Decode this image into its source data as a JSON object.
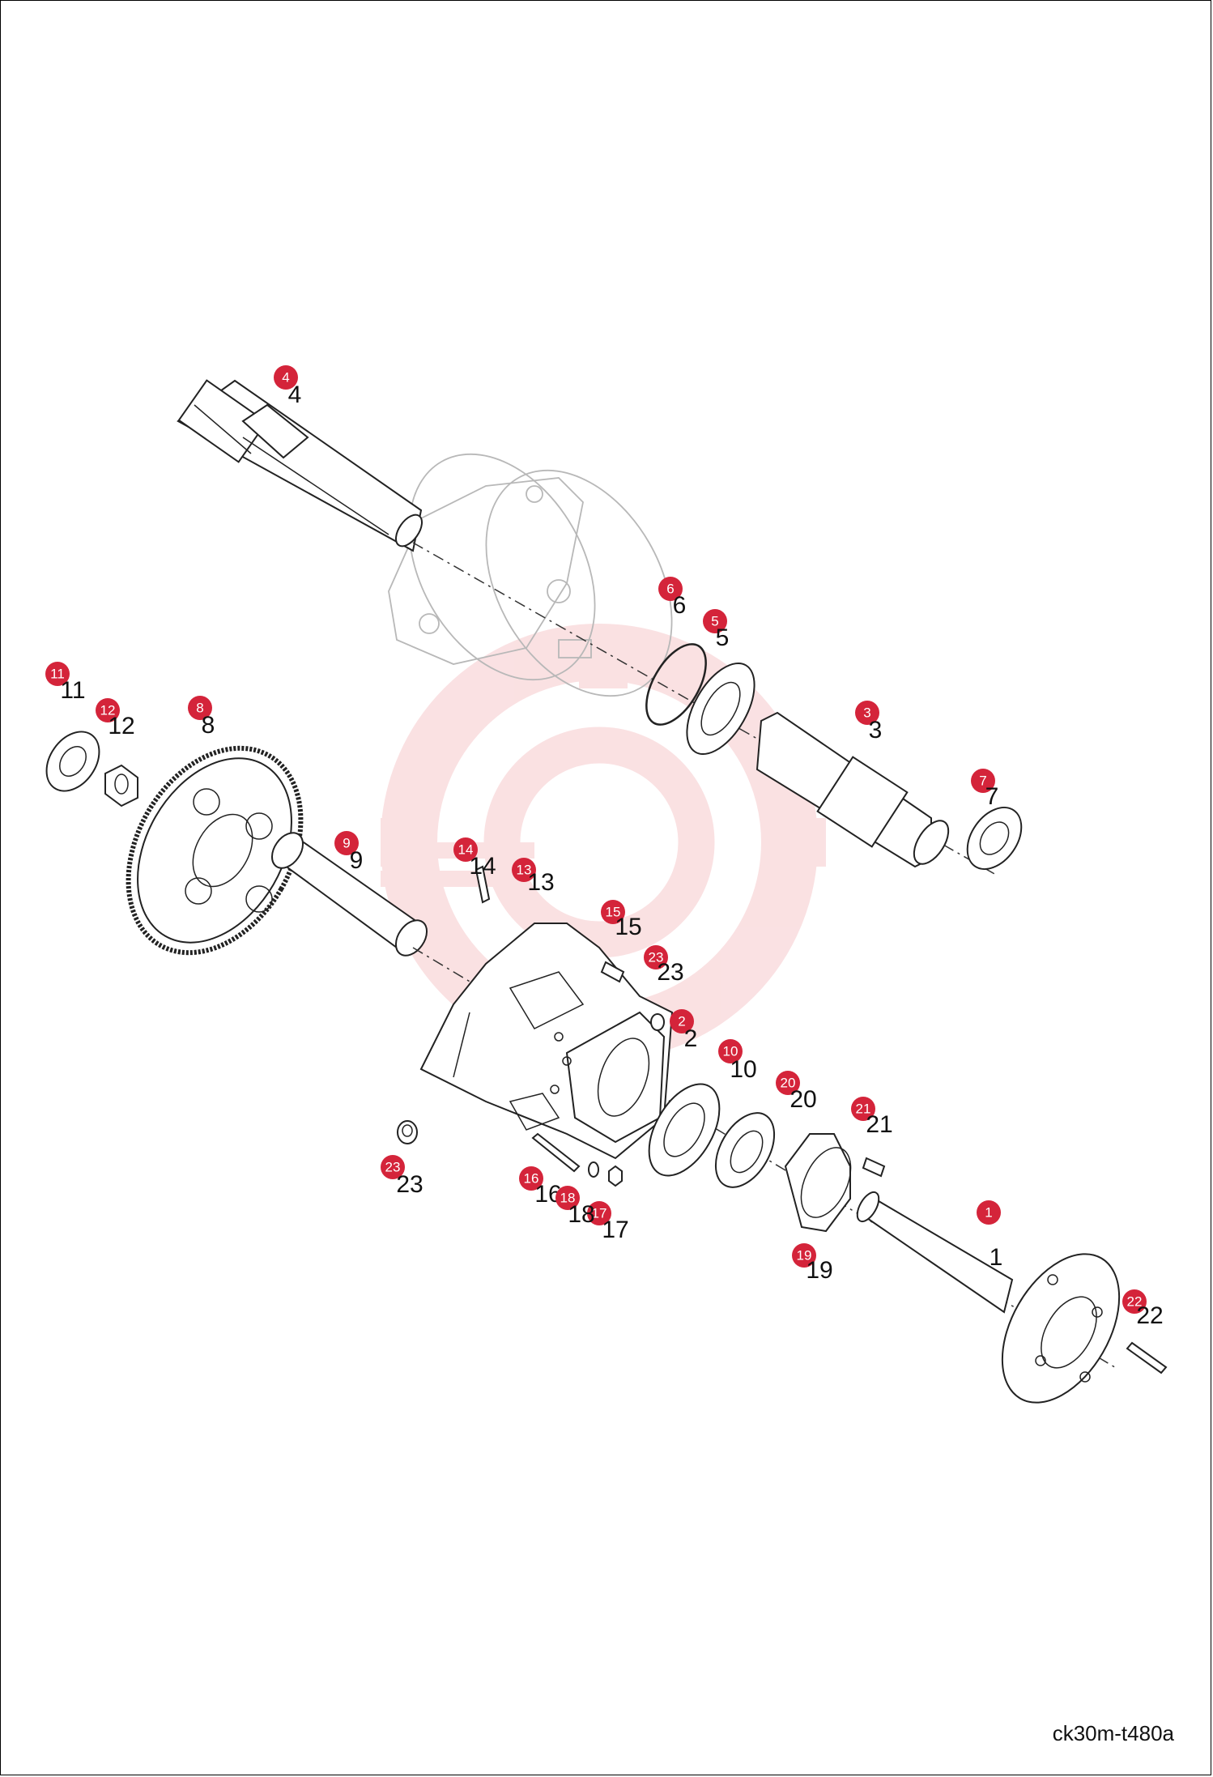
{
  "reference_code": "ck30m-t480a",
  "callouts": [
    {
      "num": "1"
    },
    {
      "num": "2"
    },
    {
      "num": "3"
    },
    {
      "num": "4"
    },
    {
      "num": "5"
    },
    {
      "num": "6"
    },
    {
      "num": "7"
    },
    {
      "num": "8"
    },
    {
      "num": "9"
    },
    {
      "num": "10"
    },
    {
      "num": "11"
    },
    {
      "num": "12"
    },
    {
      "num": "13"
    },
    {
      "num": "14"
    },
    {
      "num": "15"
    },
    {
      "num": "16"
    },
    {
      "num": "17"
    },
    {
      "num": "18"
    },
    {
      "num": "19"
    },
    {
      "num": "20"
    },
    {
      "num": "21"
    },
    {
      "num": "22"
    },
    {
      "num": "23"
    },
    {
      "num": "23"
    }
  ],
  "colors": {
    "callout": "#d4243a",
    "watermark": "#f6c9cc",
    "line": "#222222"
  }
}
